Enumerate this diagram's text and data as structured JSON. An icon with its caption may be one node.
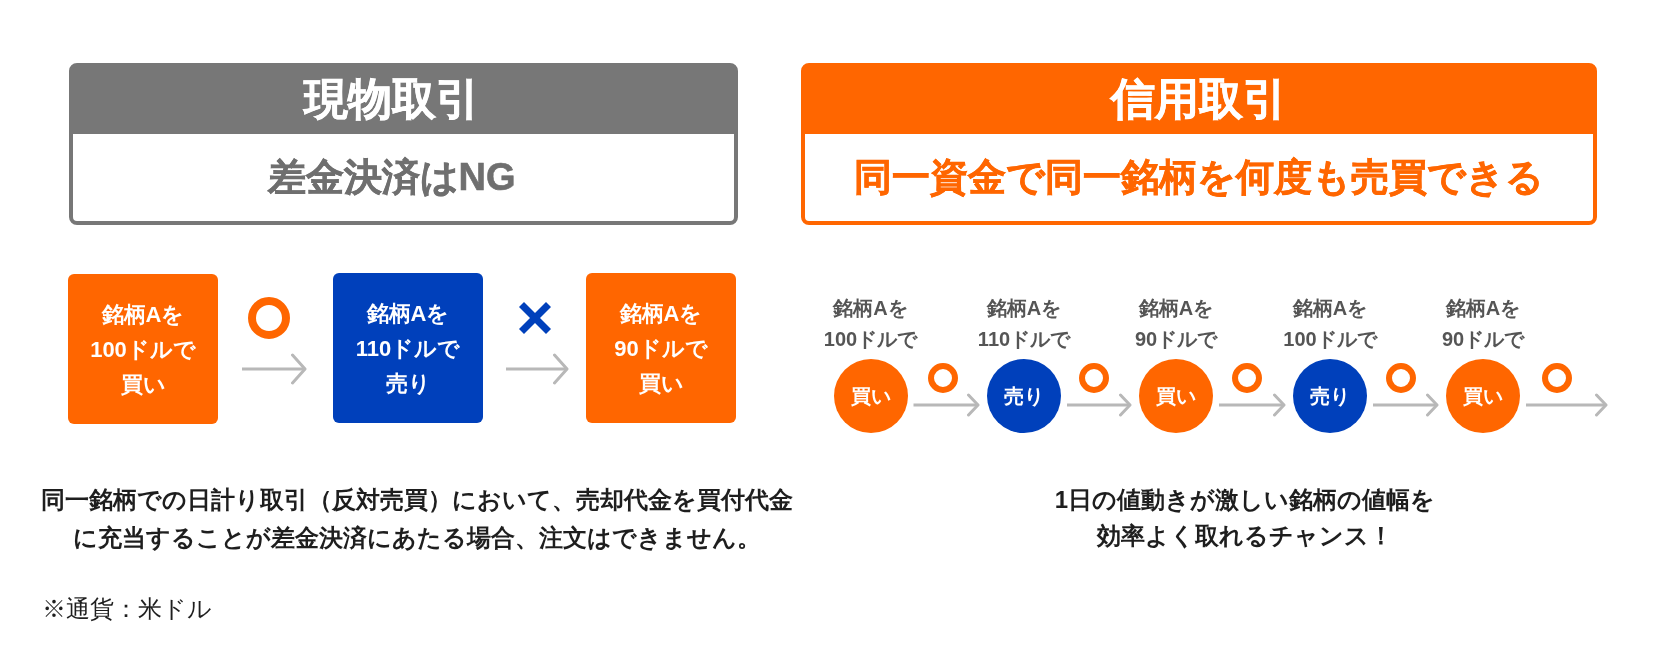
{
  "diagram": {
    "nodes": [
      {
        "text": [
          "現物取引",
          "差金決済はNG"
        ]
      },
      {
        "text": [
          "銘柄Aを100ドルで買い"
        ]
      },
      {
        "text": [
          "銘柄Aを110ドルで売り"
        ]
      },
      {
        "text": [
          "銘柄Aを90ドルで買い"
        ]
      },
      {
        "text": [
          "信用取引",
          "同一資金で同一銘柄を何度も売買できる"
        ]
      },
      {
        "text": [
          "買い"
        ],
        "beside": [
          "銘柄Aを100ドルで"
        ]
      },
      {
        "text": [
          "売り"
        ],
        "beside": [
          "銘柄Aを110ドルで"
        ]
      },
      {
        "text": [
          "買い"
        ],
        "beside": [
          "銘柄Aを90ドルで"
        ]
      },
      {
        "text": [
          "売り"
        ],
        "beside": [
          "銘柄Aを100ドルで"
        ]
      },
      {
        "text": [
          "買い"
        ],
        "beside": [
          "銘柄Aを90ドルで"
        ]
      }
    ],
    "edges": [
      {
        "from": 1,
        "to": 2,
        "arrow": "to"
      },
      {
        "from": 2,
        "to": 3,
        "arrow": "to"
      },
      {
        "from": 5,
        "to": 6,
        "arrow": "to"
      },
      {
        "from": 6,
        "to": 7,
        "arrow": "to"
      },
      {
        "from": 7,
        "to": 8,
        "arrow": "to"
      },
      {
        "from": 8,
        "to": 9,
        "arrow": "to"
      },
      {
        "from": 9,
        "to": null,
        "arrow": "to"
      }
    ],
    "labels": [
      "同一銘柄での日計り取引（反対売買）において、売却代金を買付代金に充当することが差金決済にあたる場合、注文はできません。",
      "1日の値動きが激しい銘柄の値幅を効率よく取れるチャンス！",
      "※通貨：米ドル"
    ]
  }
}
